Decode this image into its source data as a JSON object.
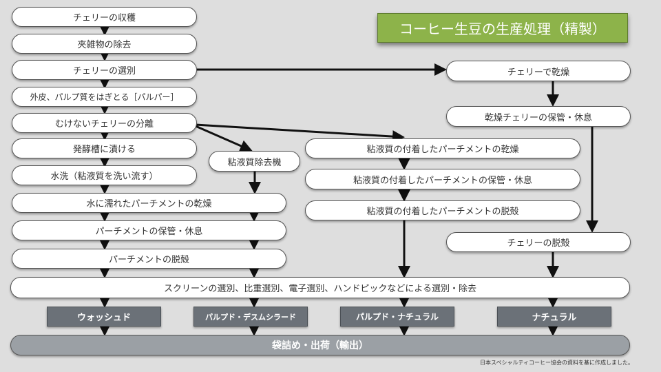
{
  "title": "コーヒー生豆の生産処理（精製）",
  "left": [
    "チェリーの収穫",
    "夾雑物の除去",
    "チェリーの選別",
    "外皮、パルプ質をはぎとる［パルパー］",
    "むけないチェリーの分離",
    "発酵槽に漬ける",
    "水洗（粘液質を洗い流す）"
  ],
  "left_wide": [
    "水に濡れたパーチメントの乾燥",
    "パーチメントの保管・休息",
    "パーチメントの脱殻"
  ],
  "mucilage_remover": "粘液質除去機",
  "middle": [
    "粘液質の付着したパーチメントの乾燥",
    "粘液質の付着したパーチメントの保管・休息",
    "粘液質の付着したパーチメントの脱殻"
  ],
  "right": [
    "チェリーで乾燥",
    "乾燥チェリーの保管・休息",
    "チェリーの脱殻"
  ],
  "screening": "スクリーンの選別、比重選別、電子選別、ハンドピックなどによる選別・除去",
  "methods": [
    "ウォッシュド",
    "パルプド・デスムシラード",
    "パルプド・ナチュラル",
    "ナチュラル"
  ],
  "final": "袋詰め・出荷（輸出）",
  "footnote": "日本スペシャルティコーヒー協会の資料を基に作成しました。",
  "colors": {
    "title": "#8db34a",
    "method": "#6b7178",
    "final": "#9ba0a5"
  }
}
